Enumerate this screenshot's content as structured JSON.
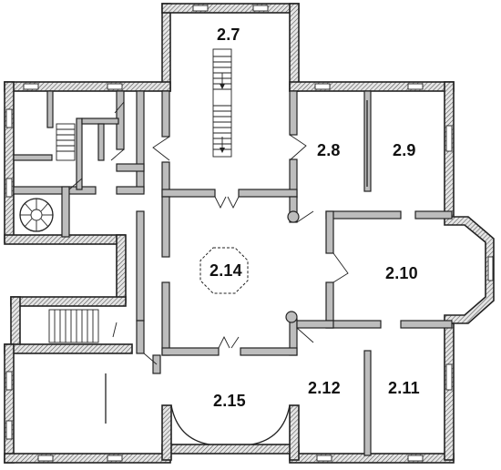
{
  "rooms": {
    "r2_7": "2.7",
    "r2_8": "2.8",
    "r2_9": "2.9",
    "r2_10": "2.10",
    "r2_11": "2.11",
    "r2_12": "2.12",
    "r2_14": "2.14",
    "r2_15": "2.15"
  },
  "colors": {
    "wall_hatch": "#8a8a8a",
    "ink": "#222222",
    "paper": "#ffffff"
  }
}
